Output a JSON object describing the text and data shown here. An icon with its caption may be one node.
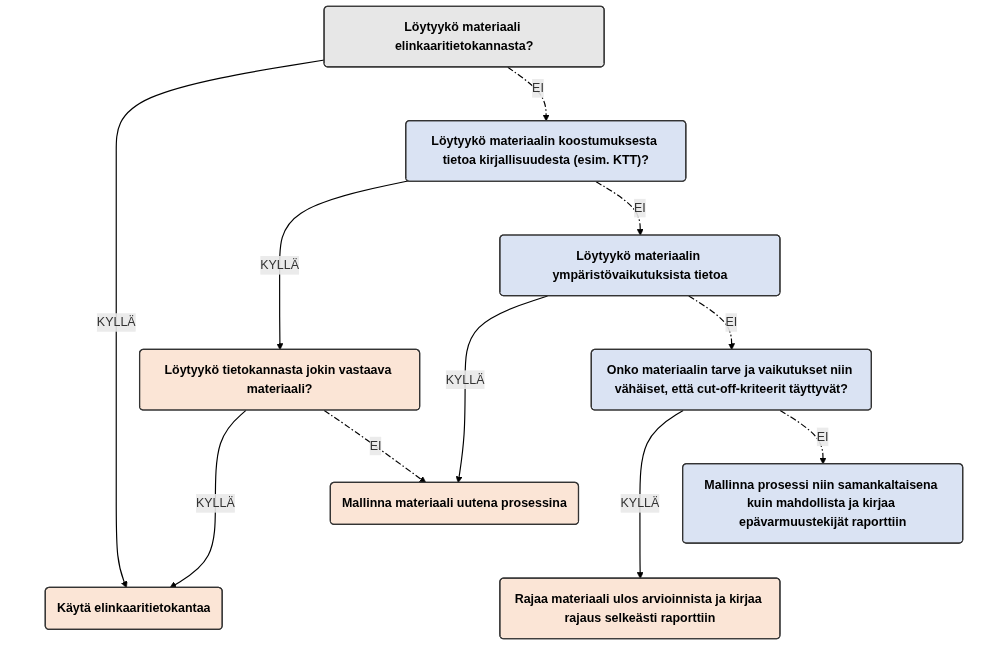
{
  "diagram": {
    "nodes": [
      {
        "text": [
          "Löytyykö materiaali elinkaaritietokannasta?"
        ]
      },
      {
        "text": [
          "Käytä elinkaaritietokantaa"
        ]
      },
      {
        "text": [
          "Löytyykö materiaalin koostumuksesta tietoa kirjallisuudesta (esim. KTT)?"
        ]
      },
      {
        "text": [
          "Löytyykö tietokannasta jokin vastaava materiaali?"
        ]
      },
      {
        "text": [
          "Löytyykö materiaalin ympäristövaikutuksista tietoa"
        ]
      },
      {
        "text": [
          "Mallinna materiaali uutena prosessina"
        ]
      },
      {
        "text": [
          "Onko materiaalin tarve ja vaikutukset niin vähäiset, että cut-off-kriteerit täyttyvät?"
        ]
      },
      {
        "text": [
          "Rajaa materiaali ulos arvioinnista ja kirjaa rajaus selkeästi raporttiin"
        ]
      },
      {
        "text": [
          "Mallinna prosessi niin samankaltaisena kuin mahdollista ja kirjaa epävarmuustekijät raporttiin"
        ]
      }
    ],
    "edges": [
      {
        "from": 0,
        "to": 1,
        "arrow": "to",
        "label": "KYLLÄ"
      },
      {
        "from": 0,
        "to": 2,
        "arrow": "to",
        "label": "EI",
        "style": "dashed"
      },
      {
        "from": 2,
        "to": 3,
        "arrow": "to",
        "label": "KYLLÄ"
      },
      {
        "from": 3,
        "to": 1,
        "arrow": "to",
        "label": "KYLLÄ"
      },
      {
        "from": 3,
        "to": 5,
        "arrow": "to",
        "label": "EI",
        "style": "dashed"
      },
      {
        "from": 2,
        "to": 4,
        "arrow": "to",
        "label": "EI",
        "style": "dashed"
      },
      {
        "from": 4,
        "to": 5,
        "arrow": "to",
        "label": "KYLLÄ"
      },
      {
        "from": 4,
        "to": 6,
        "arrow": "to",
        "label": "EI",
        "style": "dashed"
      },
      {
        "from": 6,
        "to": 7,
        "arrow": "to",
        "label": "KYLLÄ"
      },
      {
        "from": 6,
        "to": 8,
        "arrow": "to",
        "label": "EI",
        "style": "dashed"
      }
    ]
  }
}
